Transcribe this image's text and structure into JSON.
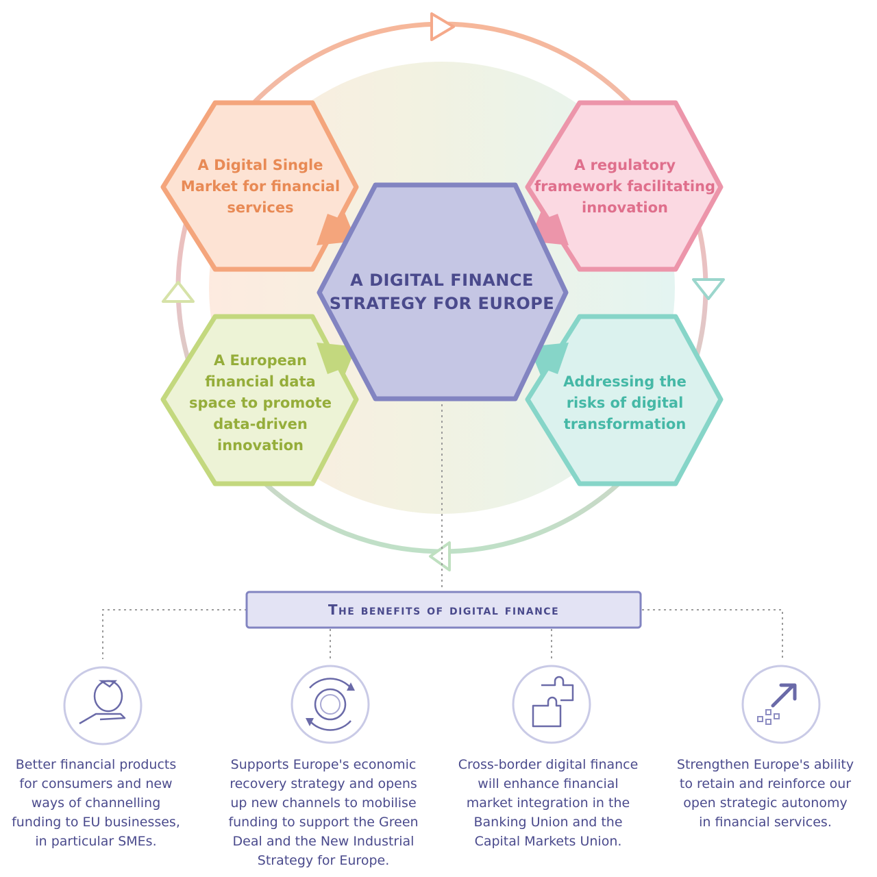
{
  "center": {
    "lines": [
      "A DIGITAL FINANCE",
      "STRATEGY FOR EUROPE"
    ]
  },
  "pillars": [
    {
      "lines": [
        "A Digital Single",
        "Market for financial",
        "services"
      ],
      "color": "#f4a57c",
      "text_color": "#e88a55",
      "fill": "#fde3d4"
    },
    {
      "lines": [
        "A regulatory",
        "framework facilitating",
        "innovation"
      ],
      "color": "#ec95aa",
      "text_color": "#df6f8c",
      "fill": "#fbd9e2"
    },
    {
      "lines": [
        "A European",
        "financial data",
        "space to promote",
        "data-driven",
        "innovation"
      ],
      "color": "#c3d87e",
      "text_color": "#95ad3a",
      "fill": "#edf3d6"
    },
    {
      "lines": [
        "Addressing the",
        "risks of digital",
        "transformation"
      ],
      "color": "#86d5c8",
      "text_color": "#45b8a6",
      "fill": "#dbf2ee"
    }
  ],
  "benefits": {
    "title": "The benefits of digital finance",
    "items": [
      {
        "icon": "money-bag-hand-icon",
        "lines": [
          "Better financial products",
          "for consumers and new",
          "ways of channelling",
          "funding to EU businesses,",
          "in particular SMEs."
        ]
      },
      {
        "icon": "recovery-cycle-icon",
        "lines": [
          "Supports Europe's economic",
          "recovery strategy and opens",
          "up new channels to mobilise",
          "funding to support the Green",
          "Deal and the New Industrial",
          "Strategy for Europe."
        ]
      },
      {
        "icon": "puzzle-pieces-icon",
        "lines": [
          "Cross-border digital finance",
          "will enhance financial",
          "market integration in the",
          "Banking Union and the",
          "Capital Markets Union."
        ]
      },
      {
        "icon": "growth-arrow-icon",
        "lines": [
          "Strengthen Europe's ability",
          "to retain and reinforce our",
          "open strategic autonomy",
          "in financial services."
        ]
      }
    ]
  },
  "colors": {
    "center_fill": "#c5c6e4",
    "center_stroke": "#8284c1",
    "accent": "#4a4a8c",
    "benefit_box_fill": "#e3e3f4"
  }
}
